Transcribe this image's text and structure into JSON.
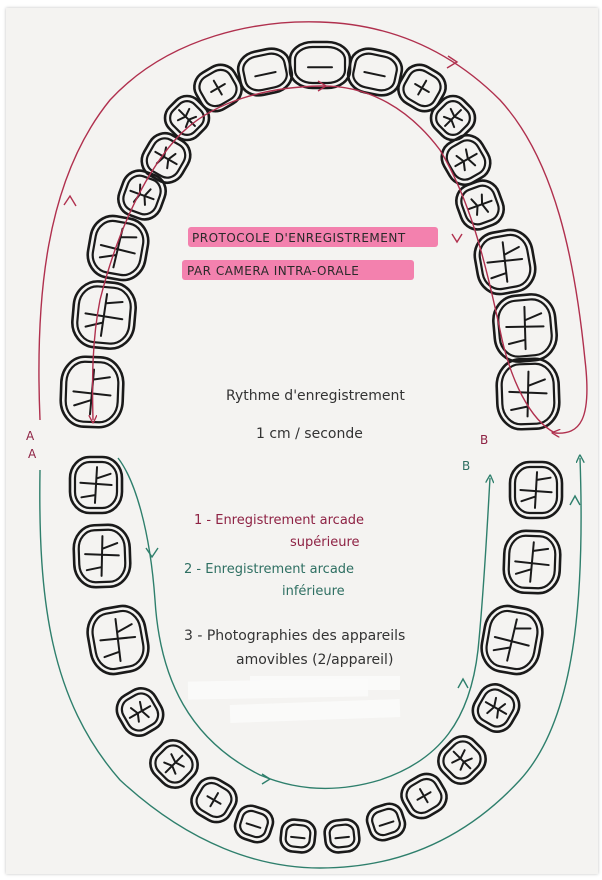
{
  "diagram": {
    "title_line1": "PROTOCOLE D'ENREGISTREMENT",
    "title_line2": "PAR CAMERA INTRA-ORALE",
    "rhythm_label": "Rythme d'enregistrement",
    "rhythm_value": "1 cm / seconde",
    "steps": [
      {
        "line1": "1 - Enregistrement arcade",
        "line2": "supérieure"
      },
      {
        "line1": "2 - Enregistrement arcade",
        "line2": "inférieure"
      },
      {
        "line1": "3 - Photographies des appareils",
        "line2": "amovibles (2/appareil)"
      }
    ],
    "markers": {
      "upper_start": "A",
      "upper_end": "B",
      "lower_start": "A",
      "lower_end": "B"
    },
    "colors": {
      "highlight": "#f26ca2",
      "upper_path": "#b0304e",
      "lower_path": "#2e7f6c",
      "step1_text": "#8e2244",
      "step2_text": "#2e6f62",
      "step3_text": "#333333"
    },
    "icons": [
      "tooth-icon",
      "arrow-head-icon"
    ]
  }
}
